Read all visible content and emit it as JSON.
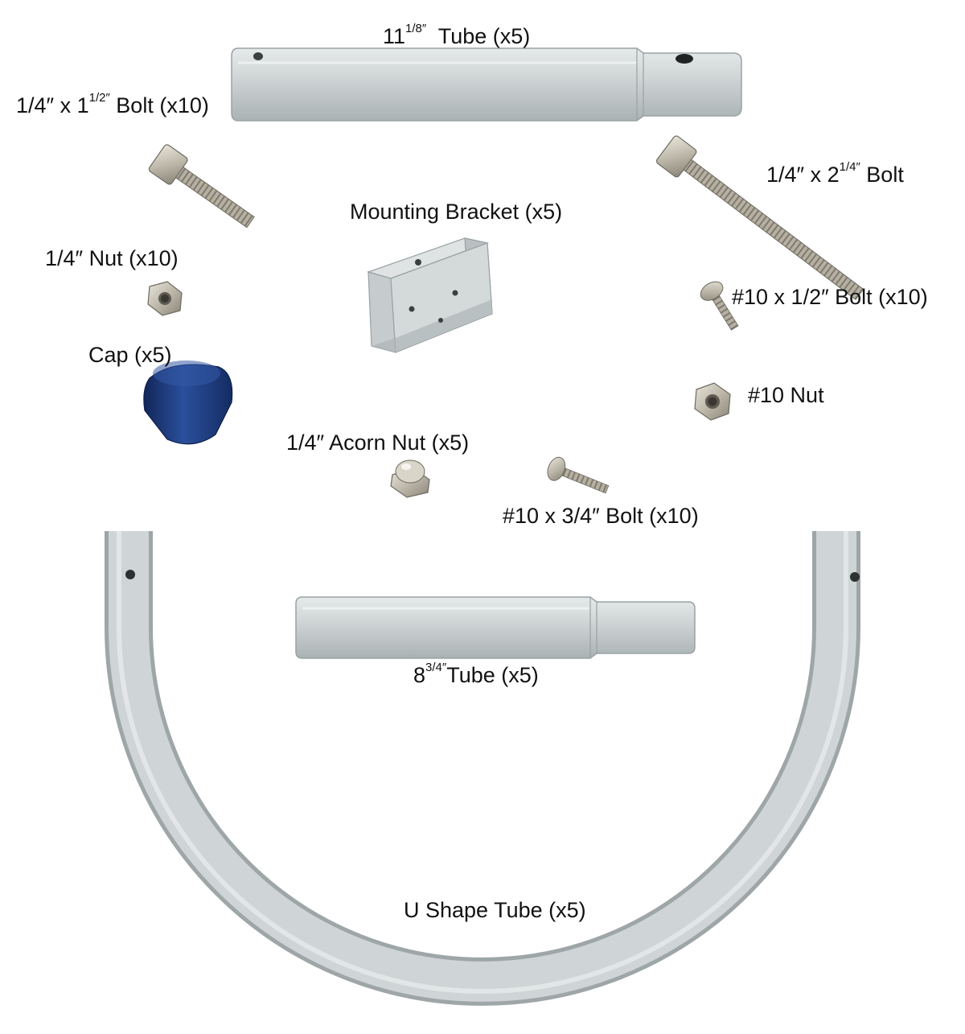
{
  "colors": {
    "background": "#ffffff",
    "tube": "#cdd3d4",
    "tube_shadow": "#a9b1b2",
    "tube_highlight": "#e8ecec",
    "metal": "#bdb8aa",
    "metal_dark": "#7f7a6e",
    "cap": "#1f3f86",
    "cap_dark": "#12275a",
    "label_text": "#111111"
  },
  "icons": [
    "tube-icon",
    "bolt-icon",
    "nut-icon",
    "acorn-nut-icon",
    "bracket-icon",
    "cap-icon",
    "u-tube-icon"
  ],
  "labels": {
    "tube_11": {
      "main": "11",
      "sup": "1/8″",
      "rest": "  Tube (x5)"
    },
    "bolt_1_5": {
      "main": "1/4″ x 1",
      "sup": "1/2″",
      "rest": " Bolt (x10)"
    },
    "bolt_2_25": {
      "main": "1/4″ x 2",
      "sup": "1/4″",
      "rest": " Bolt"
    },
    "bracket": {
      "text": "Mounting Bracket (x5)"
    },
    "nut_quarter": {
      "text": "1/4″ Nut (x10)"
    },
    "bolt_10_half": {
      "text": "#10 x 1/2″ Bolt (x10)"
    },
    "cap": {
      "text": "Cap (x5)"
    },
    "nut_10": {
      "text": "#10 Nut"
    },
    "acorn_nut": {
      "text": "1/4″ Acorn Nut (x5)"
    },
    "bolt_10_three_quarter": {
      "text": "#10 x 3/4″ Bolt (x10)"
    },
    "tube_8": {
      "main": "8",
      "sup": "3/4″",
      "rest": "Tube (x5)"
    },
    "u_tube": {
      "text": "U Shape Tube (x5)"
    }
  }
}
